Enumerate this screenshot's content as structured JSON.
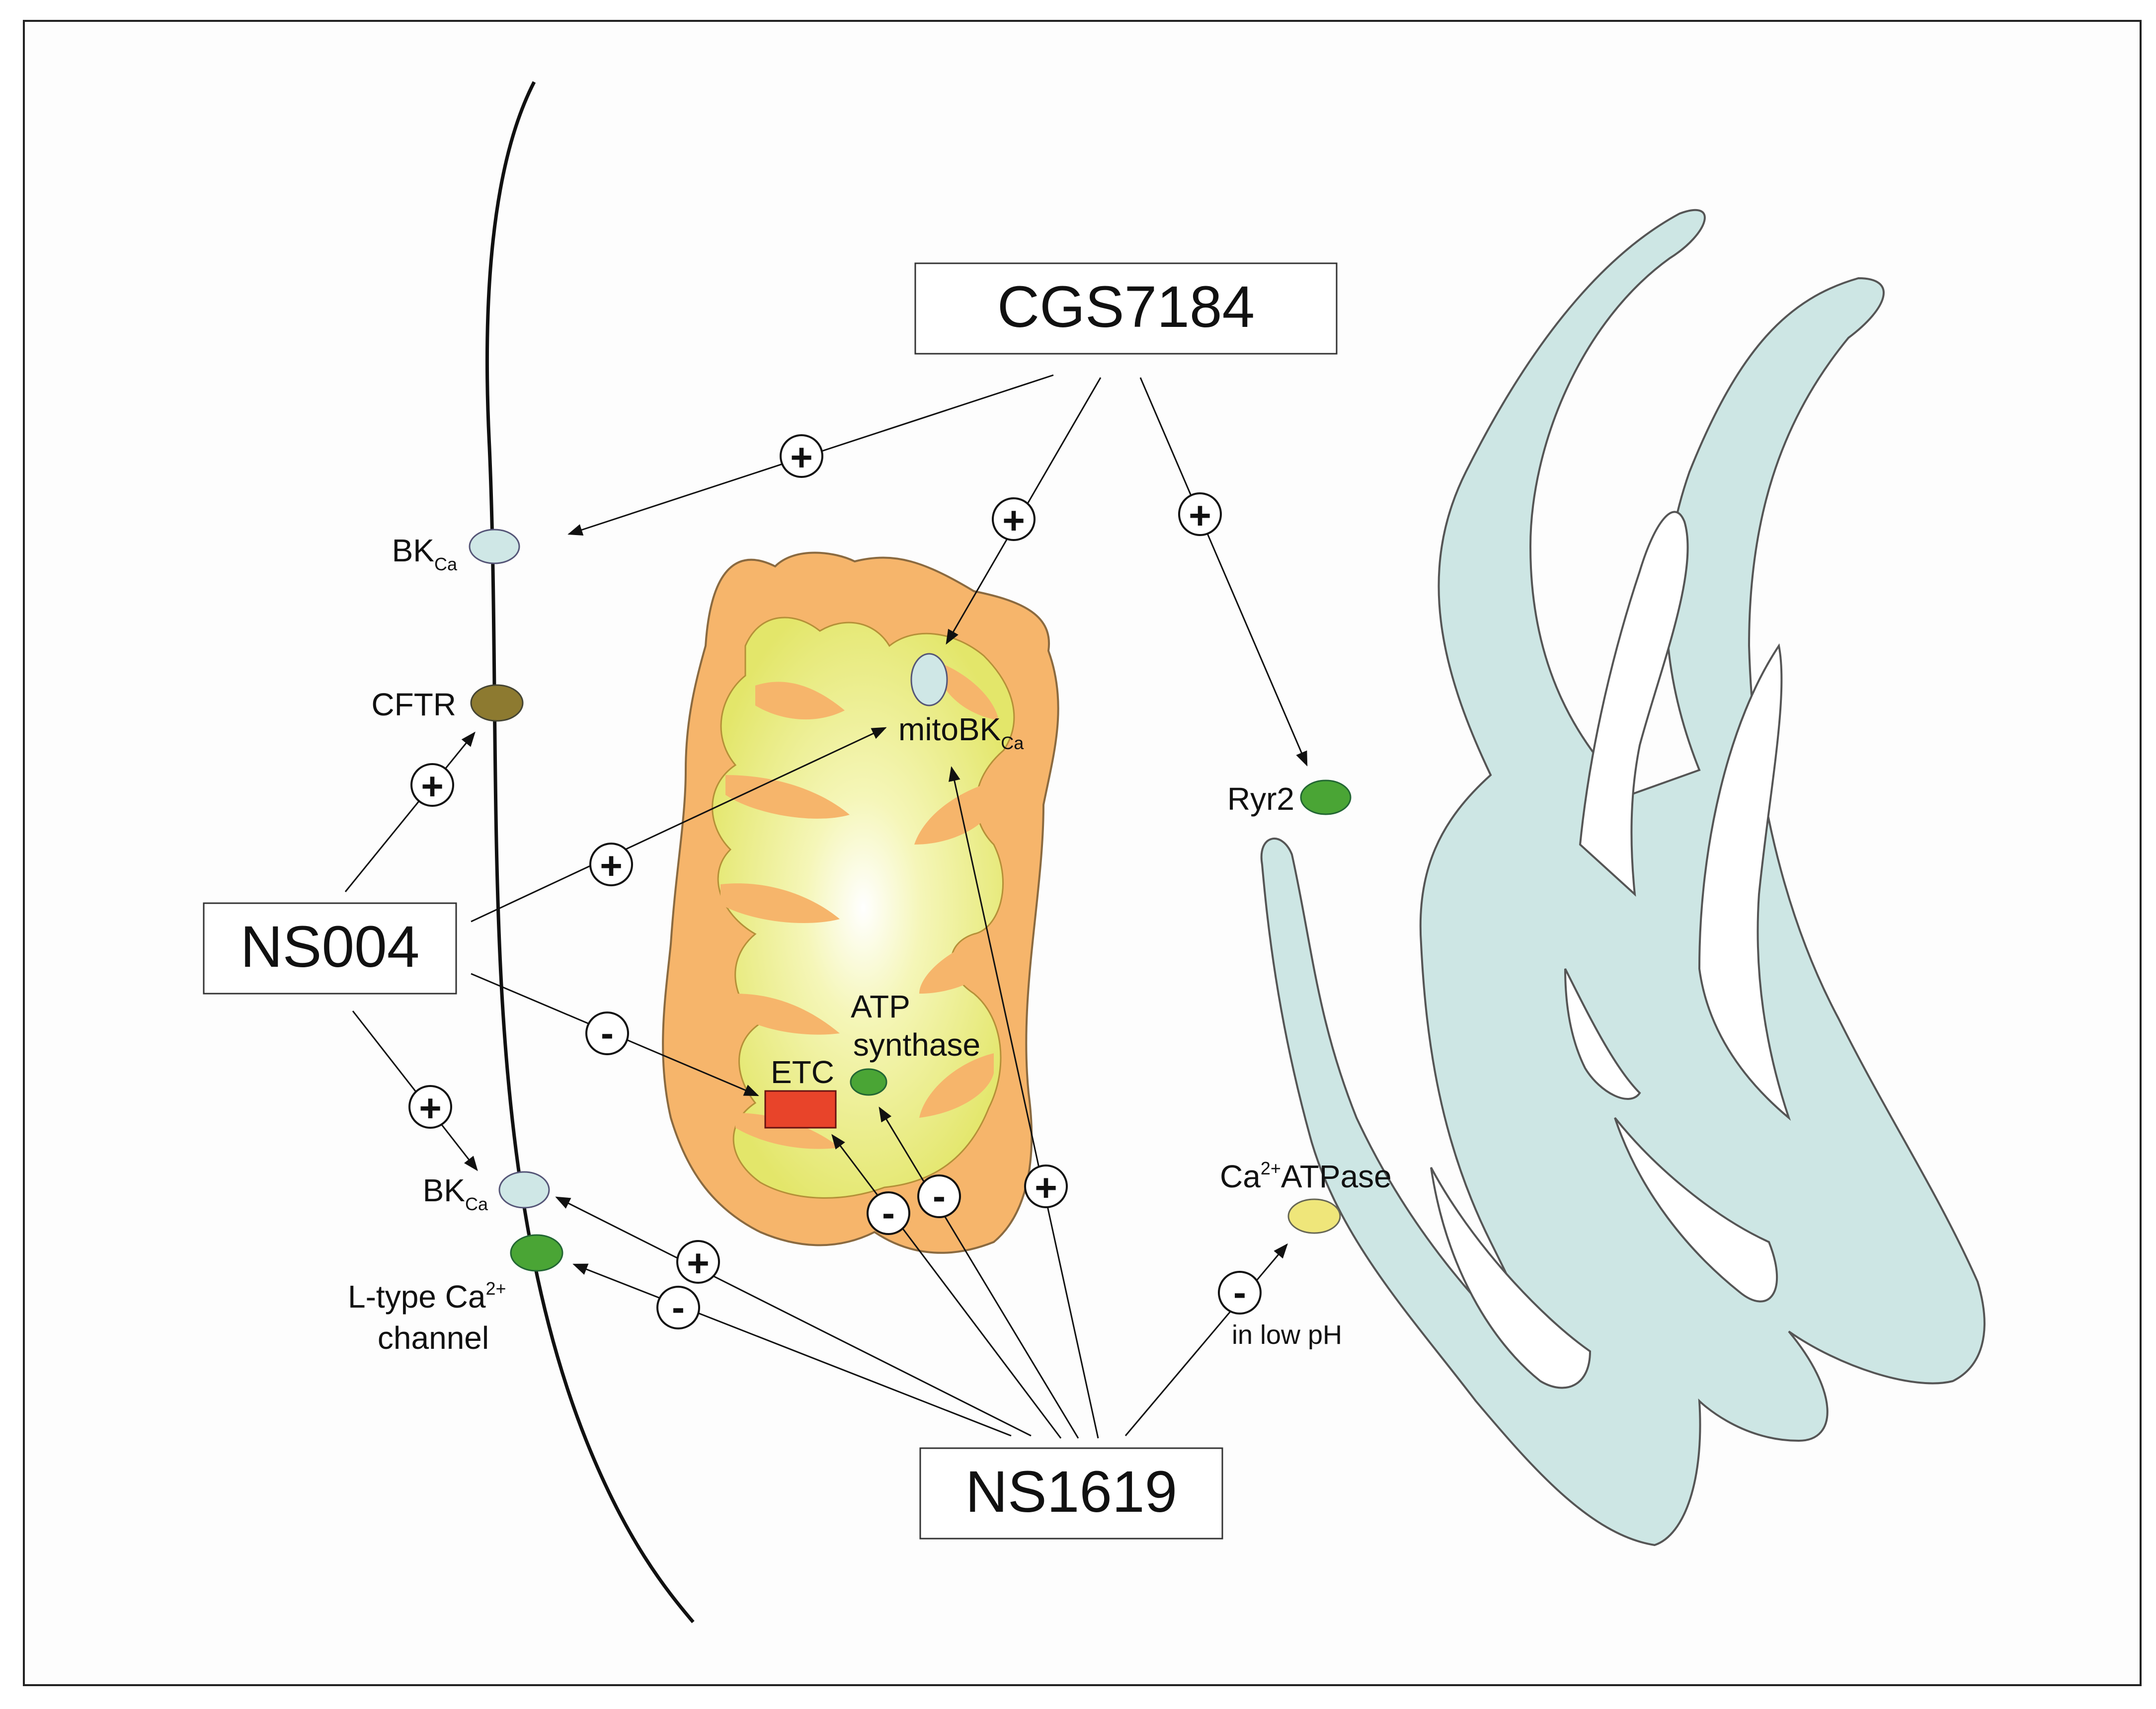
{
  "compounds": {
    "cgs": "CGS7184",
    "ns004": "NS004",
    "ns1619": "NS1619"
  },
  "labels": {
    "bk_top_main": "BK",
    "bk_top_sub": "Ca",
    "cftr": "CFTR",
    "bk_bottom_main": "BK",
    "bk_bottom_sub": "Ca",
    "ltype_line1_main": "L-type Ca",
    "ltype_line1_sup": "2+",
    "ltype_line2": "channel",
    "mito_bk_main": "mitoBK",
    "mito_bk_sub": "Ca",
    "atp_line1": "ATP",
    "atp_line2": "synthase",
    "etc": "ETC",
    "ryr2": "Ryr2",
    "ca_atpase_main": "Ca",
    "ca_atpase_sup": "2+",
    "ca_atpase_rest": "ATPase",
    "in_low_ph": "in low pH"
  },
  "signs": {
    "plus": "+",
    "minus": "-"
  },
  "colors": {
    "membrane": "#111111",
    "mito_outer": "#f6b56b",
    "mito_cristae": "#e8ea78",
    "mito_center": "#ffffff",
    "er": "#cde6e4",
    "bk_channel": "#cfe7e6",
    "cftr_channel": "#8d7a30",
    "green_channel": "#4aa535",
    "etc_box": "#e8442a",
    "atpase": "#efe67a"
  }
}
